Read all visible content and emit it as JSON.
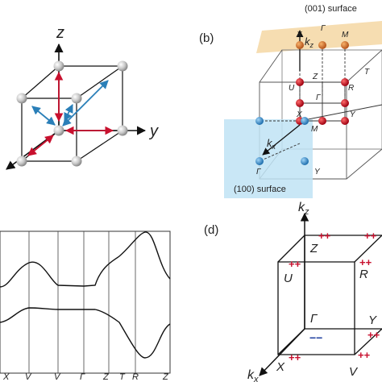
{
  "panel_a": {
    "axis_z": "z",
    "axis_y": "y"
  },
  "panel_b": {
    "tag": "(b)",
    "surface_001": "(001) surface",
    "surface_100": "(100) surface",
    "kz": "k",
    "kz_sub": "z",
    "kx": "k",
    "kx_sub": "x",
    "top_points": [
      "Γ",
      "X",
      "M"
    ],
    "cube_points": [
      "Z",
      "U",
      "R",
      "T",
      "Γ",
      "X",
      "M",
      "Y"
    ],
    "front_points": [
      "Γ",
      "Y"
    ]
  },
  "panel_c": {
    "k_labels": [
      "X",
      "V",
      "V",
      "Γ",
      "Z",
      "T",
      "R",
      "Z"
    ]
  },
  "panel_d": {
    "tag": "(d)",
    "kz": "k",
    "kz_sub": "z",
    "kx": "k",
    "kx_sub": "x",
    "points": [
      "Z",
      "U",
      "R",
      "Γ",
      "Y",
      "X",
      "V"
    ],
    "plus": "++",
    "minus": "−−"
  },
  "colors": {
    "red_arrow": "#c8102e",
    "blue_arrow": "#2a7fb8",
    "sphere_gray": "#c8c8c8",
    "orange_atom": "#d2691e",
    "red_atom": "#c8102e",
    "blue_atom": "#3a8fd0",
    "surface_001": "#f5d9a8",
    "surface_100": "#bfe3f5",
    "plus_color": "#c8102e",
    "minus_color": "#1f3f9f"
  }
}
